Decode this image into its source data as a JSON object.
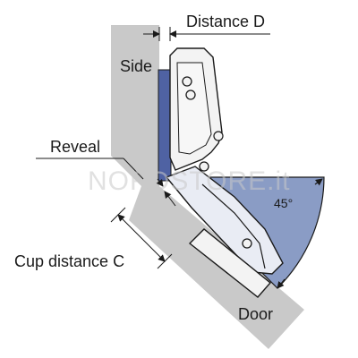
{
  "labels": {
    "distance_d": "Distance D",
    "side": "Side",
    "reveal": "Reveal",
    "cup_distance_c": "Cup distance C",
    "door": "Door",
    "angle": "45°"
  },
  "watermark": {
    "text": "NORDSTORE.it"
  },
  "colors": {
    "panel": "#c9c9c9",
    "blue": "#8a9cc5",
    "blue_dark": "#4f62a3",
    "hinge": "#f3f3f3",
    "outline": "#1a1a1a"
  }
}
